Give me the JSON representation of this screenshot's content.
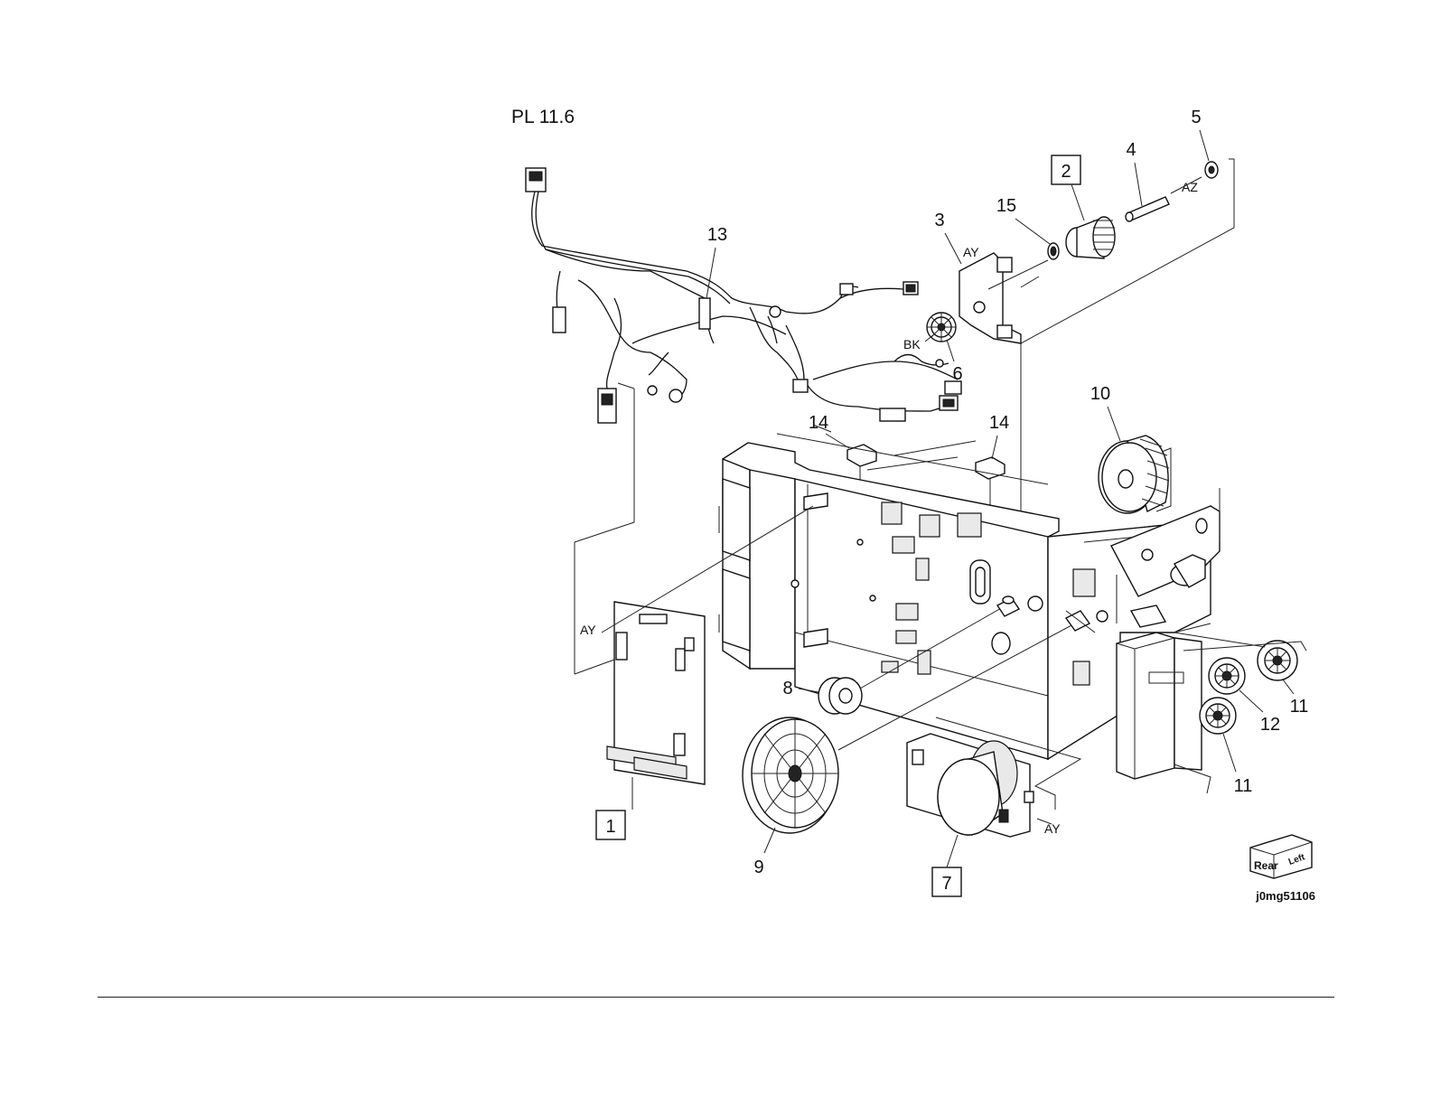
{
  "figure": {
    "title": "PL 11.6",
    "image_code": "j0mg51106",
    "orientation_cube": {
      "top_label": "Rear",
      "side_label": "Left"
    },
    "callouts": [
      {
        "id": "1",
        "label": "1",
        "boxed": true
      },
      {
        "id": "2",
        "label": "2",
        "boxed": true
      },
      {
        "id": "3",
        "label": "3",
        "boxed": false
      },
      {
        "id": "4",
        "label": "4",
        "boxed": false
      },
      {
        "id": "5",
        "label": "5",
        "boxed": false
      },
      {
        "id": "6",
        "label": "6",
        "boxed": false
      },
      {
        "id": "7",
        "label": "7",
        "boxed": true
      },
      {
        "id": "8",
        "label": "8",
        "boxed": false
      },
      {
        "id": "9",
        "label": "9",
        "boxed": false
      },
      {
        "id": "10",
        "label": "10",
        "boxed": false
      },
      {
        "id": "11a",
        "label": "11",
        "boxed": false
      },
      {
        "id": "11b",
        "label": "11",
        "boxed": false
      },
      {
        "id": "12",
        "label": "12",
        "boxed": false
      },
      {
        "id": "13",
        "label": "13",
        "boxed": false
      },
      {
        "id": "14a",
        "label": "14",
        "boxed": false
      },
      {
        "id": "14b",
        "label": "14",
        "boxed": false
      },
      {
        "id": "15",
        "label": "15",
        "boxed": false
      }
    ],
    "reference_marks": [
      {
        "id": "ay-bracket",
        "label": "AY"
      },
      {
        "id": "ay-board",
        "label": "AY"
      },
      {
        "id": "ay-motor",
        "label": "AY"
      },
      {
        "id": "az-shaft",
        "label": "AZ"
      },
      {
        "id": "bk-gear",
        "label": "BK"
      }
    ]
  }
}
